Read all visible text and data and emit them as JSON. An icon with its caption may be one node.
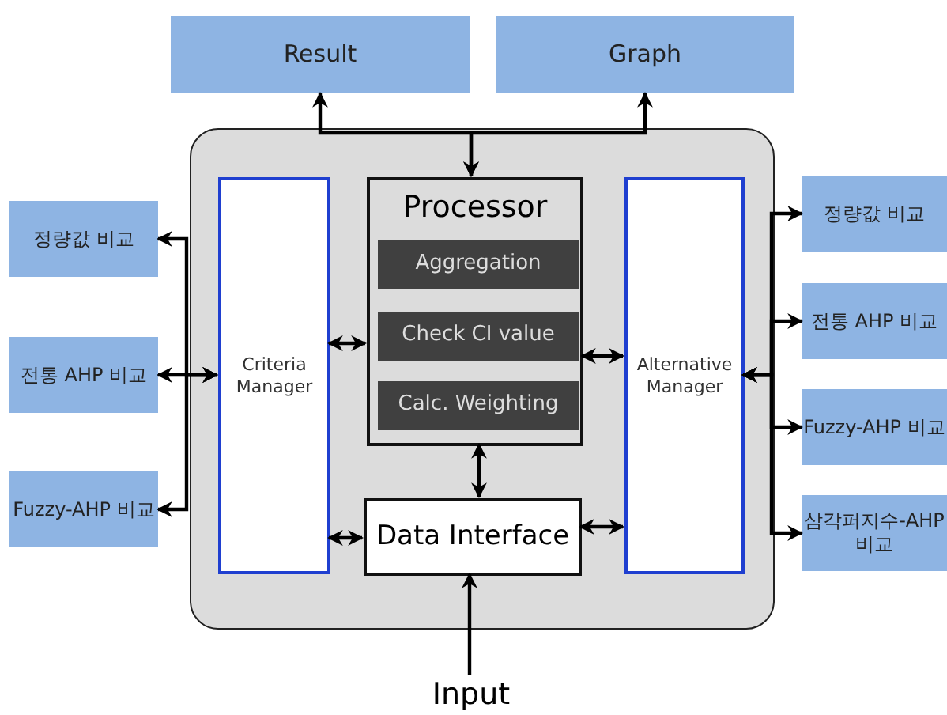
{
  "diagram": {
    "nodes": [
      {
        "text": [
          "Result"
        ]
      },
      {
        "text": [
          "Graph"
        ]
      },
      {
        "text": [],
        "shape": "box"
      },
      {
        "text": [
          "Criteria Manager"
        ],
        "in": 2
      },
      {
        "text": [
          "Processor"
        ],
        "in": 2
      },
      {
        "text": [
          "Aggregation"
        ],
        "in": 4
      },
      {
        "text": [
          "Check CI value"
        ],
        "in": 4
      },
      {
        "text": [
          "Calc. Weighting"
        ],
        "in": 4
      },
      {
        "text": [
          "Alternative Manager"
        ],
        "in": 2
      },
      {
        "text": [
          "Data Interface"
        ],
        "in": 2
      },
      {
        "text": [
          "정량값 비교"
        ]
      },
      {
        "text": [
          "전통 AHP 비교"
        ]
      },
      {
        "text": [
          "Fuzzy-AHP 비교"
        ]
      },
      {
        "text": [
          "정량값 비교"
        ]
      },
      {
        "text": [
          "전통 AHP 비교"
        ]
      },
      {
        "text": [
          "Fuzzy-AHP 비교"
        ]
      },
      {
        "text": [
          "삼각퍼지수-AHP 비교"
        ]
      },
      {
        "text": [
          "Input"
        ]
      }
    ],
    "edges": [
      {
        "from": 4,
        "to": 0,
        "arrow": "both"
      },
      {
        "from": 4,
        "to": 1,
        "arrow": "both"
      },
      {
        "from": 3,
        "to": 10,
        "arrow": "both"
      },
      {
        "from": 3,
        "to": 11,
        "arrow": "both"
      },
      {
        "from": 3,
        "to": 12,
        "arrow": "both"
      },
      {
        "from": 3,
        "to": 4,
        "arrow": "both"
      },
      {
        "from": 4,
        "to": 8,
        "arrow": "both"
      },
      {
        "from": 4,
        "to": 9,
        "arrow": "both"
      },
      {
        "from": 3,
        "to": 9,
        "arrow": "both"
      },
      {
        "from": 9,
        "to": 8,
        "arrow": "both"
      },
      {
        "from": 8,
        "to": 13,
        "arrow": "both"
      },
      {
        "from": 8,
        "to": 14,
        "arrow": "both"
      },
      {
        "from": 8,
        "to": 15,
        "arrow": "both"
      },
      {
        "from": 8,
        "to": 16,
        "arrow": "both"
      },
      {
        "from": 17,
        "to": 9,
        "arrow": "to"
      }
    ]
  }
}
